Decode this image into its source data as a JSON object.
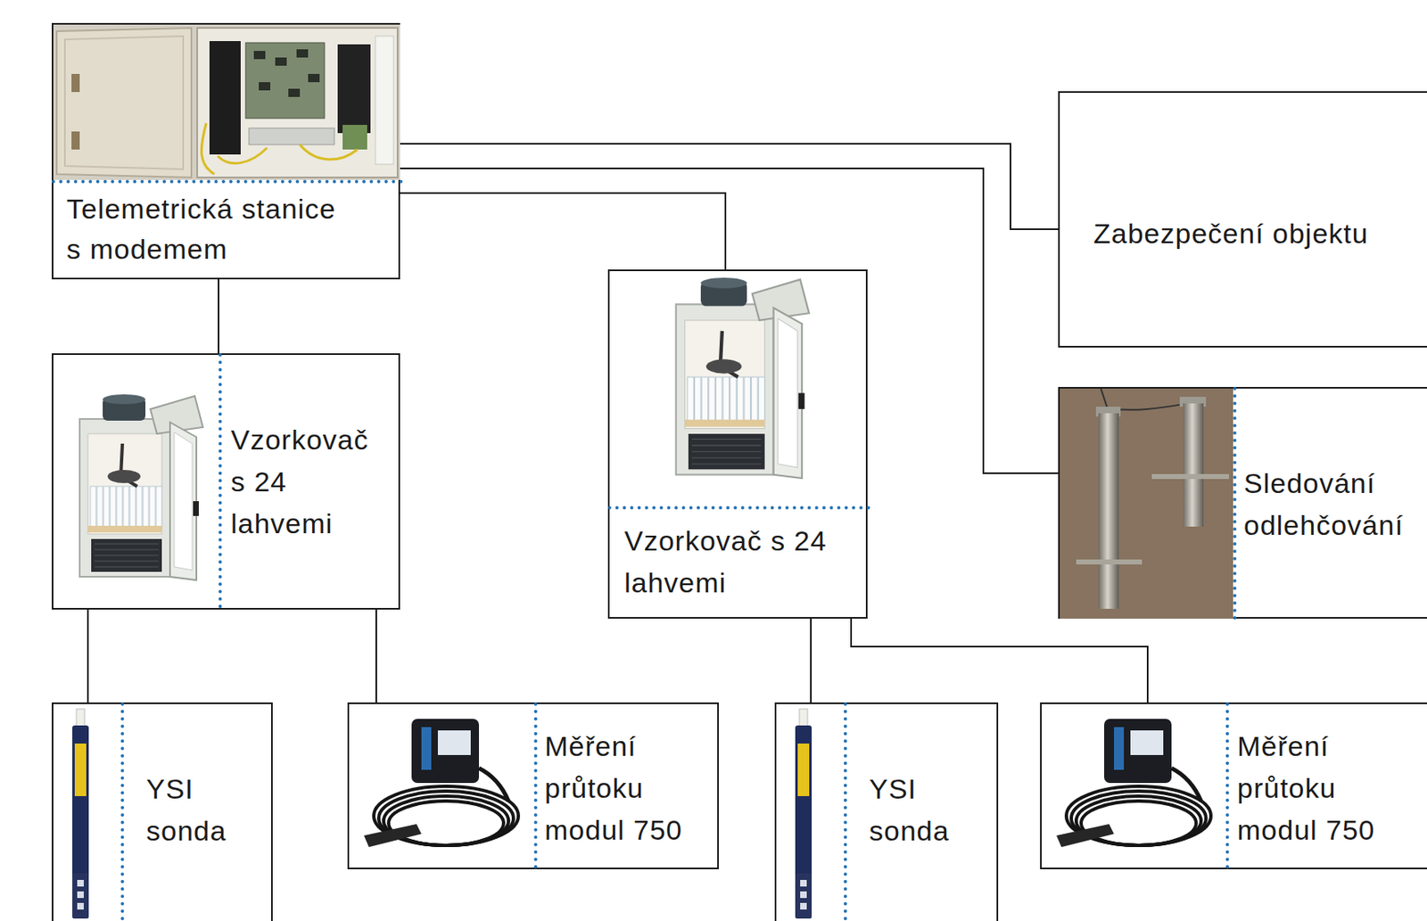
{
  "diagram": {
    "nodes": [
      {
        "text": [
          "Telemetrická stanice s modemem"
        ]
      },
      {
        "text": [
          "Zabezpečení objektu"
        ]
      },
      {
        "text": [
          "Vzorkovač s 24 lahvemi"
        ]
      },
      {
        "text": [
          "Vzorkovač s 24 lahvemi"
        ]
      },
      {
        "text": [
          "Sledování odlehčování"
        ]
      },
      {
        "text": [
          "YSI sonda"
        ]
      },
      {
        "text": [
          "Měření průtoku modul 750"
        ]
      },
      {
        "text": [
          "YSI sonda"
        ]
      },
      {
        "text": [
          "Měření průtoku modul 750"
        ]
      }
    ],
    "edges": [
      {
        "from": 0,
        "to": 1,
        "arrow": "none"
      },
      {
        "from": 0,
        "to": 4,
        "arrow": "none"
      },
      {
        "from": 0,
        "to": 3,
        "arrow": "none"
      },
      {
        "from": 0,
        "to": 2,
        "arrow": "none"
      },
      {
        "from": 2,
        "to": 5,
        "arrow": "none"
      },
      {
        "from": 2,
        "to": 6,
        "arrow": "none"
      },
      {
        "from": 3,
        "to": 7,
        "arrow": "none"
      },
      {
        "from": 3,
        "to": 8,
        "arrow": "none"
      }
    ]
  }
}
